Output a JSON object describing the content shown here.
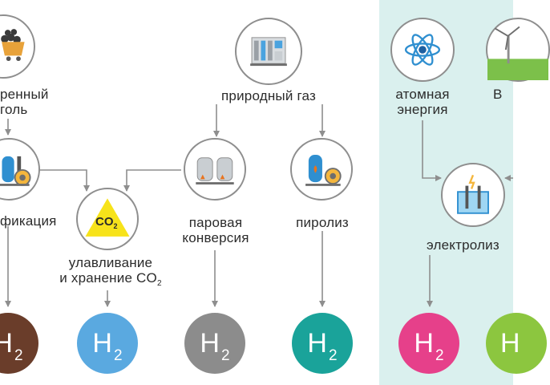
{
  "colors": {
    "panel_bg": "#daf0ee",
    "line": "#8e8e8e",
    "h2_brown": "#6a3d2a",
    "h2_blue": "#5aa9e0",
    "h2_gray": "#8c8c8c",
    "h2_teal": "#1aa39a",
    "h2_pink": "#e6408a",
    "h2_green": "#8cc63f",
    "co2_yellow": "#f7e31a"
  },
  "sources": {
    "coal": {
      "icon": "coal-cart-icon",
      "line1": "ренный",
      "line2": "голь"
    },
    "gas": {
      "icon": "gas-plant-icon",
      "label": "природный газ"
    },
    "nuclear": {
      "icon": "atom-icon",
      "line1": "атомная",
      "line2": "энергия"
    },
    "wind": {
      "icon": "wind-turbine-icon",
      "label": "В"
    }
  },
  "processes": {
    "gasification": {
      "icon": "gasifier-icon",
      "label": "фикация"
    },
    "ccs": {
      "icon": "co2-warning-icon",
      "badge_main": "CO",
      "badge_sub": "2",
      "line1": "улавливание",
      "line2_main": "и хранение CO",
      "line2_sub": "2"
    },
    "steam": {
      "icon": "steam-reformer-icon",
      "line1": "паровая",
      "line2": "конверсия"
    },
    "pyrolysis": {
      "icon": "pyrolysis-tank-icon",
      "label": "пиролиз"
    },
    "electrolysis": {
      "icon": "electrolysis-icon",
      "label": "электролиз"
    }
  },
  "outputs": {
    "symbol": "H",
    "index": "2",
    "brown": "H2",
    "blue": "H2",
    "gray": "H2",
    "teal": "H2",
    "pink": "H2",
    "green": "H"
  }
}
